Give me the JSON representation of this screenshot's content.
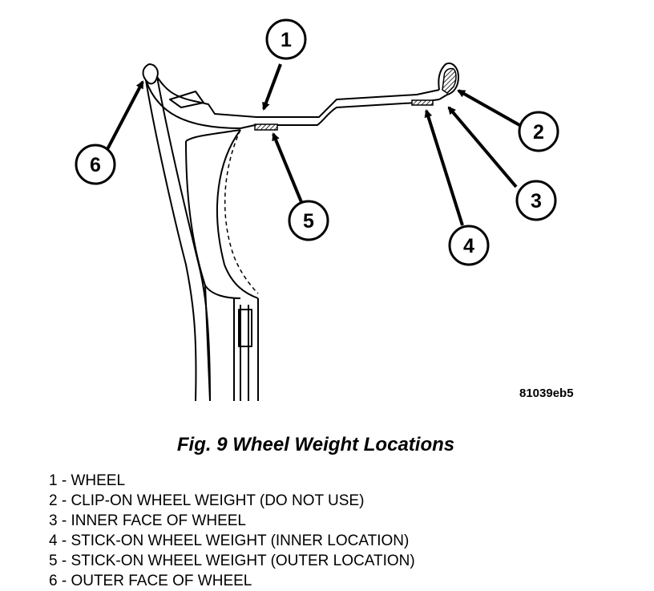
{
  "figure": {
    "code": "81039eb5",
    "caption": "Fig. 9 Wheel Weight Locations"
  },
  "callouts": [
    "1",
    "2",
    "3",
    "4",
    "5",
    "6"
  ],
  "legend": [
    "1 - WHEEL",
    "2 - CLIP-ON WHEEL WEIGHT (DO NOT USE)",
    "3 - INNER FACE OF WHEEL",
    "4 - STICK-ON WHEEL WEIGHT (INNER LOCATION)",
    "5 - STICK-ON WHEEL WEIGHT (OUTER LOCATION)",
    "6 - OUTER FACE OF WHEEL"
  ]
}
